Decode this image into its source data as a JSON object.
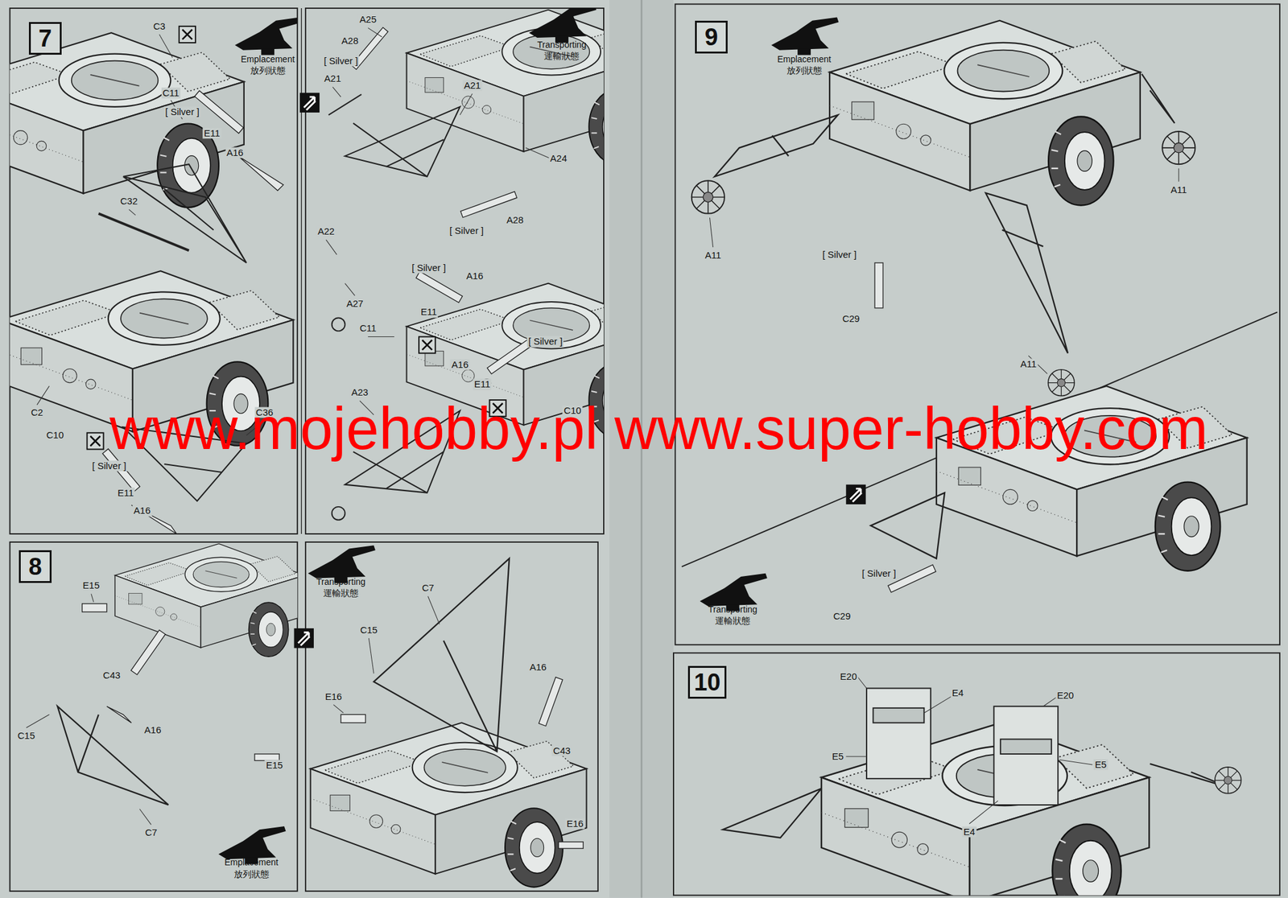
{
  "diagram": {
    "nodes": [
      {
        "text": [
          "7"
        ]
      },
      {
        "text": [
          "8"
        ]
      },
      {
        "text": [
          "9"
        ]
      },
      {
        "text": [
          "10"
        ]
      }
    ],
    "labels": [
      "C3",
      "Emplacement",
      "放列狀態",
      "C11",
      "[ Silver ]",
      "E11",
      "A16",
      "C32",
      "C2",
      "C10",
      "C36",
      "[ Silver ]",
      "E11",
      "A16",
      "A25",
      "Transporting",
      "運輸狀態",
      "A28",
      "[ Silver ]",
      "A21",
      "A21",
      "A24",
      "A28",
      "[ Silver ]",
      "A22",
      "A27",
      "[ Silver ]",
      "A16",
      "E11",
      "C11",
      "[ Silver ]",
      "A16",
      "E11",
      "A23",
      "C10",
      "www.mojehobby.pl www.super-hobby.com",
      "E15",
      "C43",
      "C15",
      "A16",
      "E15",
      "C7",
      "Emplacement",
      "放列狀態",
      "Transporting",
      "運輸狀態",
      "C7",
      "C15",
      "E16",
      "A16",
      "C43",
      "E16",
      "Emplacement",
      "放列狀態",
      "A11",
      "A11",
      "[ Silver ]",
      "C29",
      "A11",
      "[ Silver ]",
      "C29",
      "Transporting",
      "運輸狀態",
      "E20",
      "E4",
      "E20",
      "E5",
      "E5",
      "E4"
    ]
  }
}
